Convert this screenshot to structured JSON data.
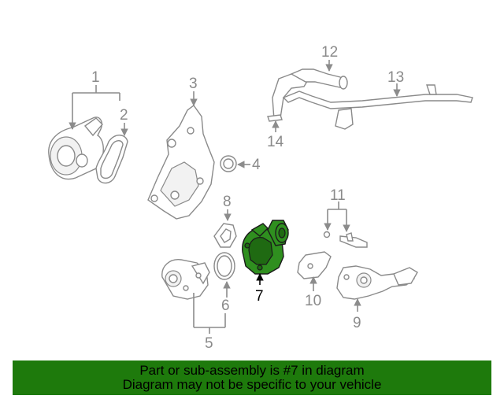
{
  "callouts": {
    "c1": "1",
    "c2": "2",
    "c3": "3",
    "c4": "4",
    "c5": "5",
    "c6": "6",
    "c7": "7",
    "c8": "8",
    "c9": "9",
    "c10": "10",
    "c11": "11",
    "c12": "12",
    "c13": "13",
    "c14": "14"
  },
  "highlight": {
    "part_number": "7",
    "color": "#2f8f1f"
  },
  "footer": {
    "line1": "Part or sub-assembly is #7 in diagram",
    "line2": "Diagram may not be specific to your vehicle",
    "background": "#1e7a0c"
  }
}
